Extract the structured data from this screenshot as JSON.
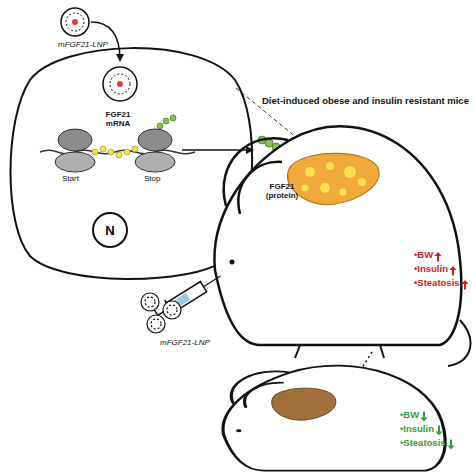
{
  "diagram": {
    "nodes": [
      {
        "text": [
          "N"
        ]
      }
    ],
    "labels": [
      "mFGF21-LNP",
      "FGF21 mRNA",
      "Start",
      "Stop",
      "FGF21 (protein)",
      "mFGF21-LNP",
      "Diet-induced obese and insulin resistant mice",
      "•BW",
      "•Insulin",
      "•Steatosis",
      "•BW",
      "•Insulin",
      "•Steatosis"
    ]
  }
}
